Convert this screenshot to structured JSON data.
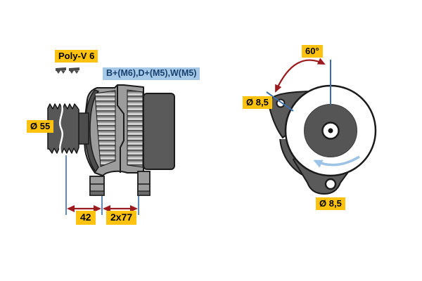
{
  "diagram": {
    "type": "technical-drawing",
    "subject": "alternator dimensional drawing, side view and front view",
    "side_view": {
      "belt_label": "Poly-V 6",
      "terminals_label": "B+(M6),D+(M5),W(M5)",
      "pulley_diameter_label": "Ø 55",
      "dim_a": "42",
      "dim_b": "2x77"
    },
    "front_view": {
      "angle_label": "60°",
      "hole_top_label": "Ø 8,5",
      "hole_bottom_label": "Ø 8,5"
    },
    "colors": {
      "dimension_label_bg": "#ffc20e",
      "terminal_label_bg": "#a6c9e8",
      "terminal_label_text": "#17406e",
      "extension_line_blue": "#3a6ea8",
      "dimension_arrow_red": "#9b1b1e",
      "rotation_arrow_blue": "#9dc3e6",
      "body_gray": "#9c9c9c",
      "dark_gray": "#5a5a5a"
    },
    "icons": [
      "poly-v-belt-profile-icon",
      "rotation-direction-arrow-icon"
    ]
  }
}
